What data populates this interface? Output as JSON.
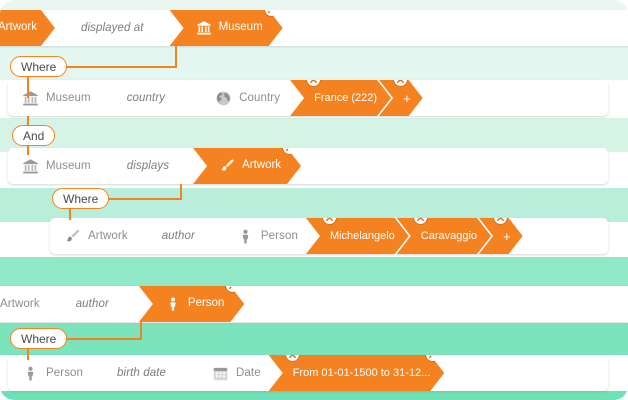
{
  "app": {
    "title": "Visual Graph Query Builder",
    "accent": "#f58220",
    "band_colors": [
      "#e9f7f0",
      "#dff5ec",
      "#d2f3e3",
      "#bff0d9",
      "#a8ecce",
      "#8fe8c3",
      "#7de3bb"
    ]
  },
  "icons": {
    "museum": "museum-icon",
    "country": "globe-icon",
    "artwork": "paintbrush-icon",
    "person": "person-icon",
    "date": "calendar-icon",
    "close": "close-icon",
    "plus": "plus-icon"
  },
  "rows": [
    {
      "id": "row-artwork-displayed-at-museum",
      "subject": {
        "label": "Artwork",
        "icon": "paintbrush-icon",
        "kind": "arrow-clipped"
      },
      "predicate": {
        "label": "displayed at"
      },
      "object": {
        "label": "Museum",
        "icon": "museum-icon",
        "kind": "arrow"
      },
      "values": []
    },
    {
      "id": "row-museum-country",
      "subject": {
        "label": "Museum",
        "icon": "museum-icon",
        "kind": "plain"
      },
      "predicate": {
        "label": "country"
      },
      "object": {
        "label": "Country",
        "icon": "globe-icon",
        "kind": "plain"
      },
      "values": [
        {
          "label": "France (222)",
          "kind": "value"
        },
        {
          "label": "+",
          "kind": "add"
        }
      ]
    },
    {
      "id": "row-museum-displays-artwork",
      "subject": {
        "label": "Museum",
        "icon": "museum-icon",
        "kind": "plain"
      },
      "predicate": {
        "label": "displays"
      },
      "object": {
        "label": "Artwork",
        "icon": "paintbrush-icon",
        "kind": "arrow"
      },
      "values": []
    },
    {
      "id": "row-artwork-author-person",
      "subject": {
        "label": "Artwork",
        "icon": "paintbrush-icon",
        "kind": "plain"
      },
      "predicate": {
        "label": "author"
      },
      "object": {
        "label": "Person",
        "icon": "person-icon",
        "kind": "plain"
      },
      "values": [
        {
          "label": "Michelangelo",
          "kind": "value"
        },
        {
          "label": "Caravaggio",
          "kind": "value"
        },
        {
          "label": "+",
          "kind": "add"
        }
      ]
    },
    {
      "id": "row-artwork-author-person-2",
      "subject": {
        "label": "Artwork",
        "icon": "paintbrush-icon",
        "kind": "arrow-clipped"
      },
      "predicate": {
        "label": "author"
      },
      "object": {
        "label": "Person",
        "icon": "person-icon",
        "kind": "arrow"
      },
      "values": []
    },
    {
      "id": "row-person-birth-date",
      "subject": {
        "label": "Person",
        "icon": "person-icon",
        "kind": "plain"
      },
      "predicate": {
        "label": "birth date"
      },
      "object": {
        "label": "Date",
        "icon": "calendar-icon",
        "kind": "plain"
      },
      "values": [
        {
          "label": "From 01-01-1500 to 31-12...",
          "kind": "value"
        }
      ]
    }
  ],
  "connectors": [
    {
      "id": "connector-where-1",
      "label": "Where"
    },
    {
      "id": "connector-and-1",
      "label": "And"
    },
    {
      "id": "connector-where-2",
      "label": "Where"
    },
    {
      "id": "connector-where-3",
      "label": "Where"
    }
  ]
}
